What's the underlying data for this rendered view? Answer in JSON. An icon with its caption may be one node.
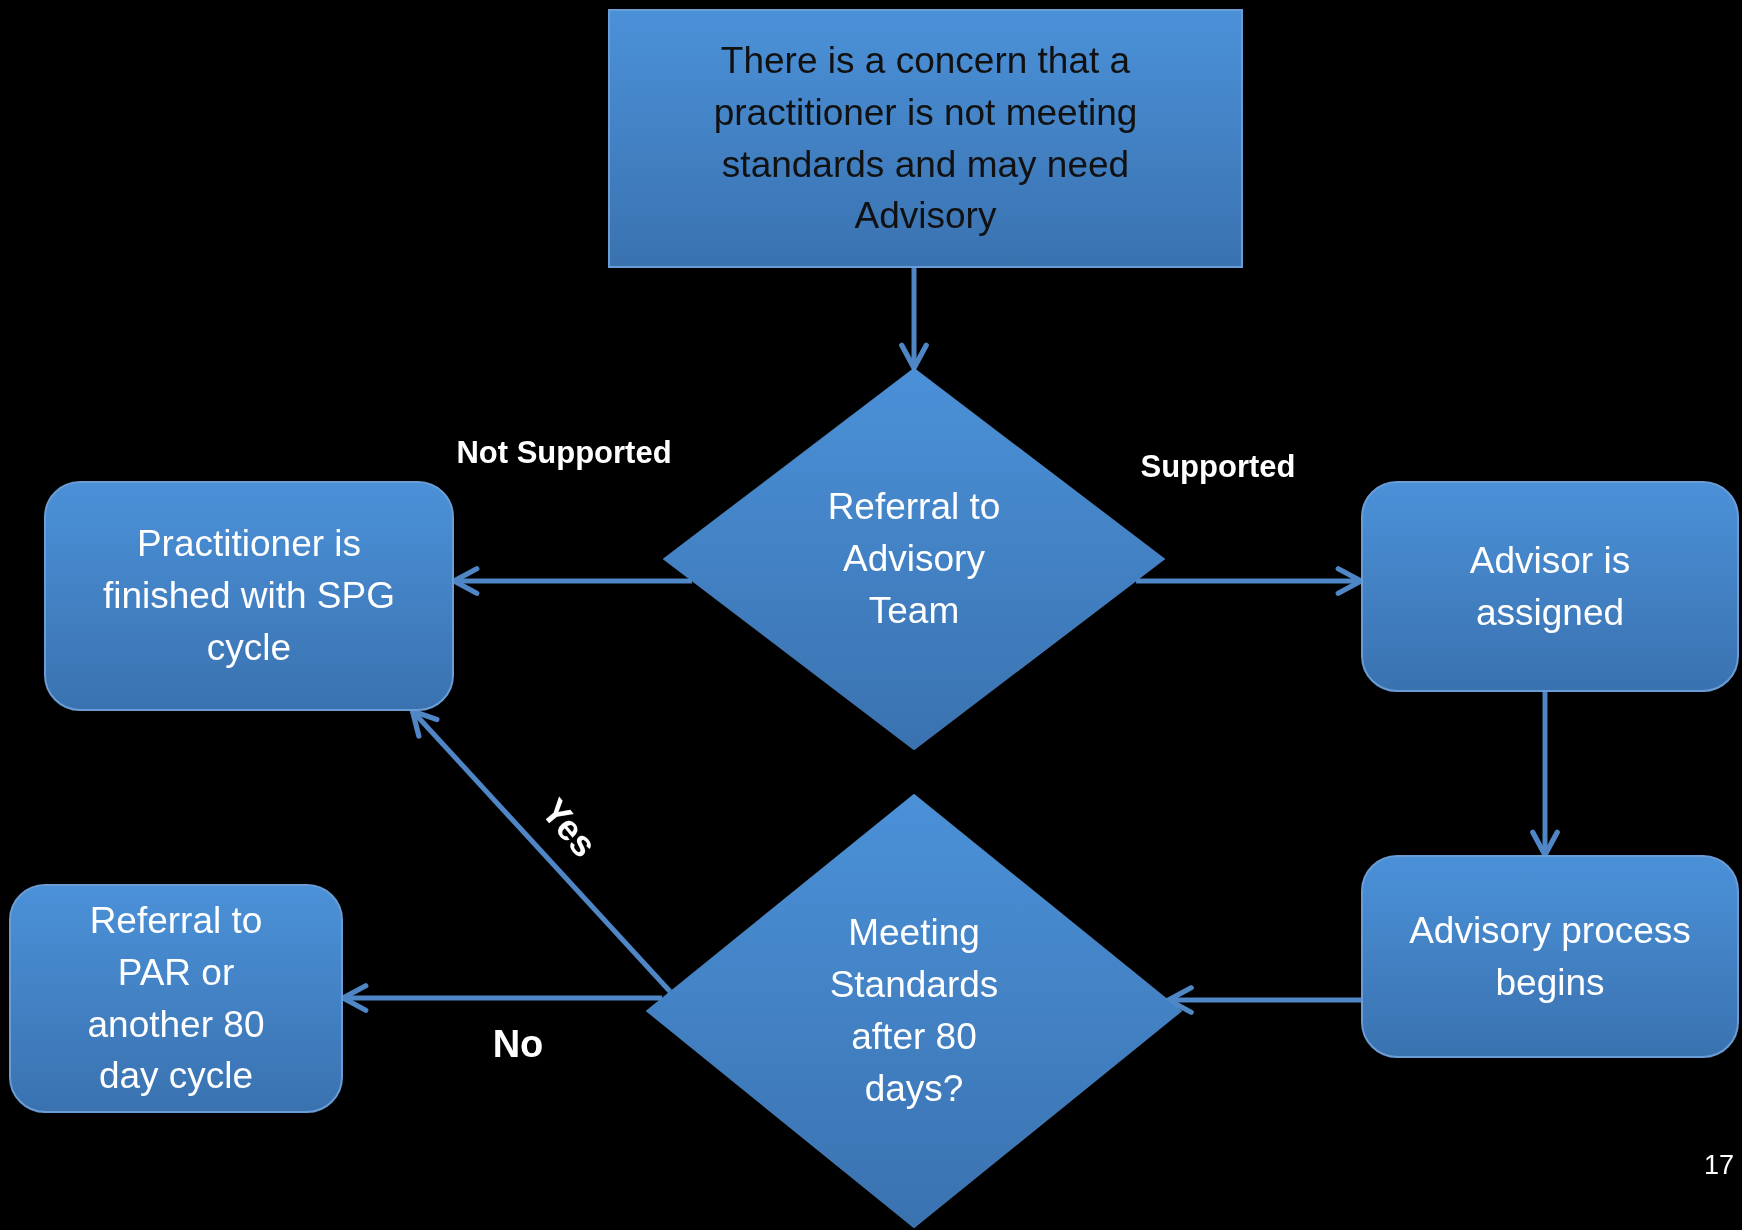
{
  "diagram": {
    "nodes": [
      {
        "text": [
          "There is a concern that a practitioner is not meeting standards and may need Advisory"
        ]
      },
      {
        "text": [
          "Referral to Advisory Team"
        ]
      },
      {
        "text": [
          "Practitioner is finished with SPG cycle"
        ]
      },
      {
        "text": [
          "Advisor is assigned"
        ]
      },
      {
        "text": [
          "Advisory process begins"
        ]
      },
      {
        "text": [
          "Meeting Standards after 80 days?"
        ]
      },
      {
        "text": [
          "Referral to PAR or another 80 day cycle"
        ]
      }
    ],
    "edges": [
      {
        "from": 0,
        "to": 1,
        "arrow": "to"
      },
      {
        "from": 1,
        "to": 2,
        "arrow": "to",
        "label": "Not Supported"
      },
      {
        "from": 1,
        "to": 3,
        "arrow": "to",
        "label": "Supported"
      },
      {
        "from": 3,
        "to": 4,
        "arrow": "to"
      },
      {
        "from": 4,
        "to": 5,
        "arrow": "to"
      },
      {
        "from": 5,
        "to": 2,
        "arrow": "to",
        "label": "Yes"
      },
      {
        "from": 5,
        "to": 6,
        "arrow": "to",
        "label": "No"
      }
    ],
    "labels": [
      "17"
    ]
  }
}
